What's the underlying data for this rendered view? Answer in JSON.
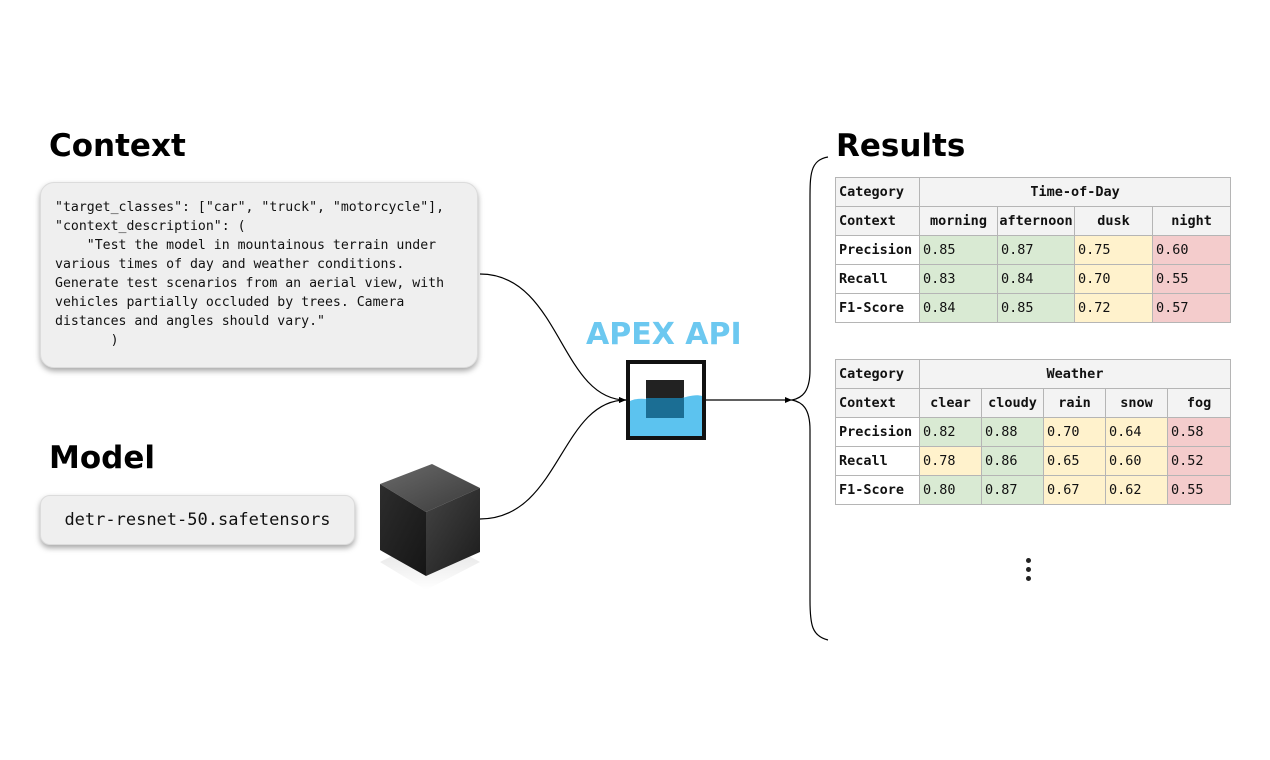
{
  "context": {
    "title": "Context",
    "code": "\"target_classes\": [\"car\", \"truck\", \"motorcycle\"],\n\"context_description\": (\n    \"Test the model in mountainous terrain under\nvarious times of day and weather conditions.\nGenerate test scenarios from an aerial view, with\nvehicles partially occluded by trees. Camera\ndistances and angles should vary.\"\n       )"
  },
  "model": {
    "title": "Model",
    "file": "detr-resnet-50.safetensors",
    "icon": "cube-icon"
  },
  "api": {
    "label": "APEX API",
    "icon": "apex-logo-icon",
    "accent_color": "#6cc8f0"
  },
  "results": {
    "title": "Results",
    "time_of_day": {
      "header_label": "Category",
      "group": "Time-of-Day",
      "context_label": "Context",
      "columns": [
        "morning",
        "afternoon",
        "dusk",
        "night"
      ],
      "rows": [
        {
          "metric": "Precision",
          "values": [
            "0.85",
            "0.87",
            "0.75",
            "0.60"
          ]
        },
        {
          "metric": "Recall",
          "values": [
            "0.83",
            "0.84",
            "0.70",
            "0.55"
          ]
        },
        {
          "metric": "F1-Score",
          "values": [
            "0.84",
            "0.85",
            "0.72",
            "0.57"
          ]
        }
      ]
    },
    "weather": {
      "header_label": "Category",
      "group": "Weather",
      "context_label": "Context",
      "columns": [
        "clear",
        "cloudy",
        "rain",
        "snow",
        "fog"
      ],
      "rows": [
        {
          "metric": "Precision",
          "values": [
            "0.82",
            "0.88",
            "0.70",
            "0.64",
            "0.58"
          ]
        },
        {
          "metric": "Recall",
          "values": [
            "0.78",
            "0.86",
            "0.65",
            "0.60",
            "0.52"
          ]
        },
        {
          "metric": "F1-Score",
          "values": [
            "0.80",
            "0.87",
            "0.67",
            "0.62",
            "0.55"
          ]
        }
      ]
    },
    "more_icon": "vertical-ellipsis-icon",
    "cell_colors": {
      "green": "#d9ead3",
      "yellow": "#fff2cc",
      "red": "#f4cccc"
    }
  }
}
